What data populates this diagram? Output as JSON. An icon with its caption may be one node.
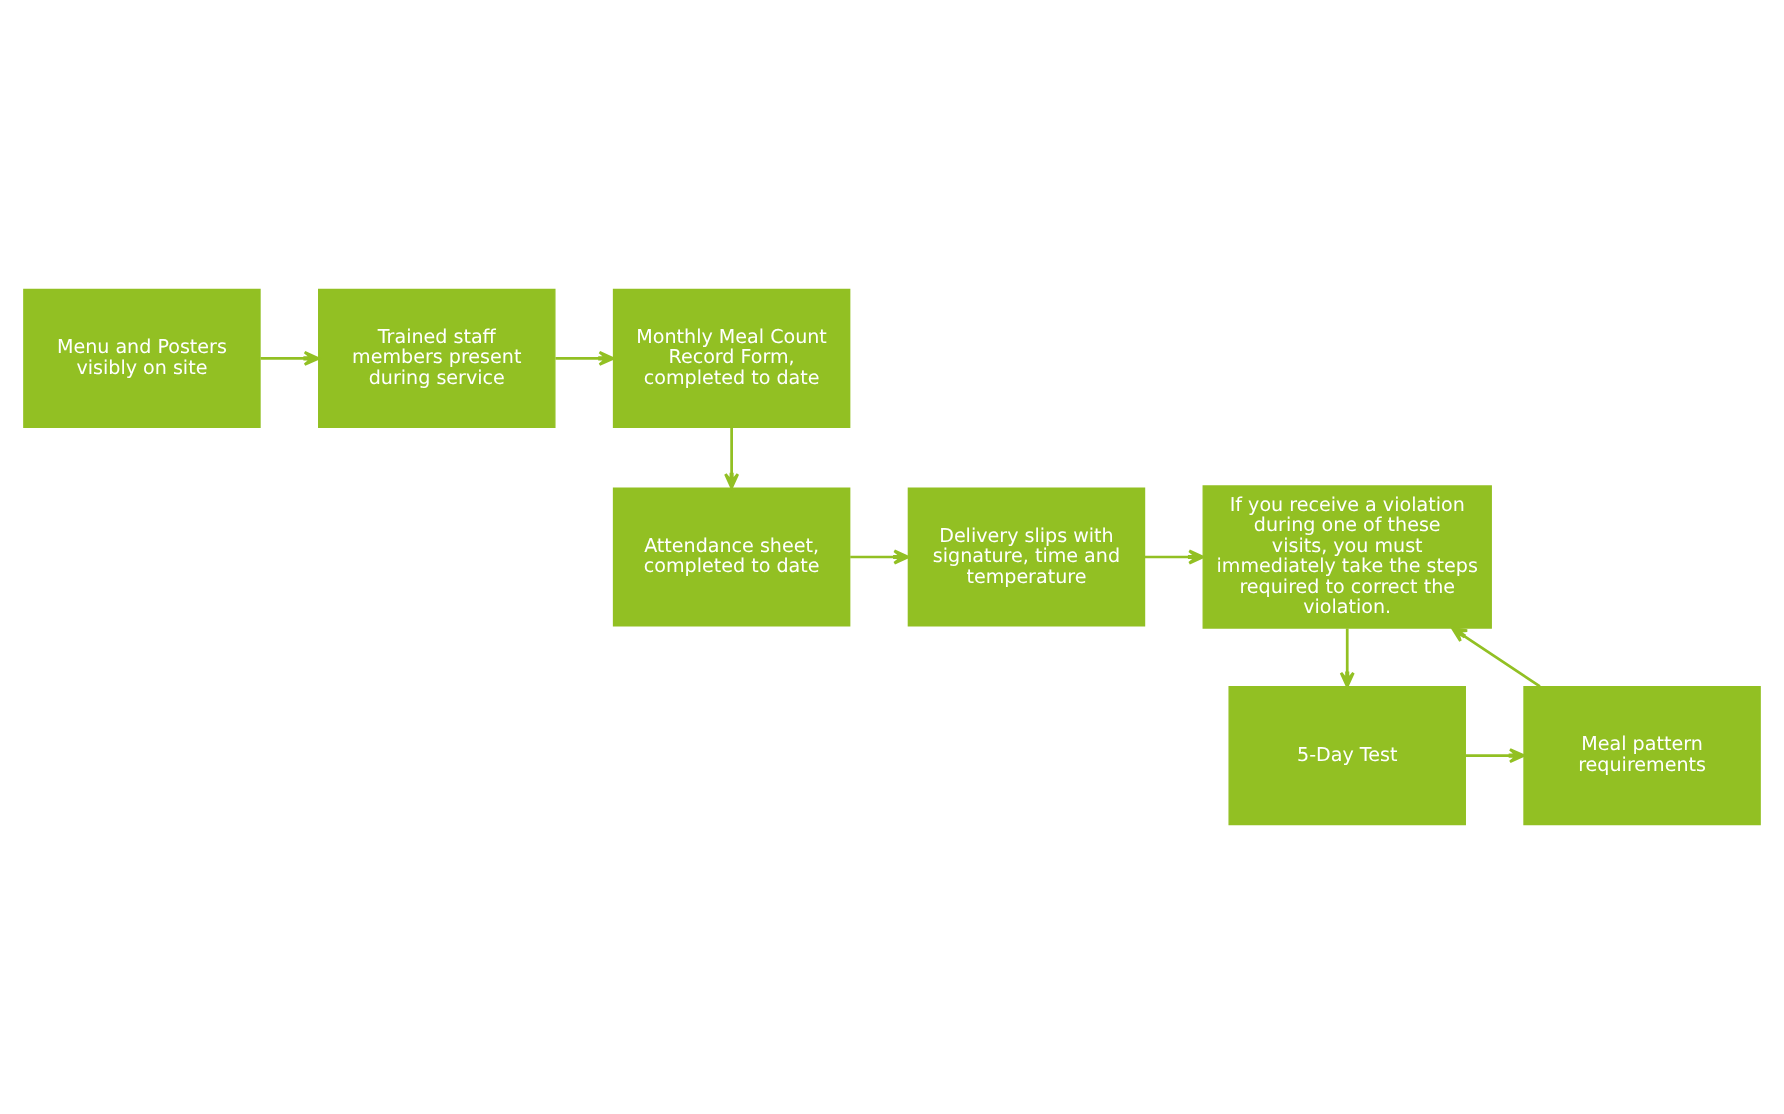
{
  "diagram": {
    "nodes": [
      {
        "text": [
          "Menu and Posters visibly on site"
        ]
      },
      {
        "text": [
          "Trained staff members present during service"
        ]
      },
      {
        "text": [
          "Monthly Meal Count Record Form, completed to date"
        ]
      },
      {
        "text": [
          "Attendance sheet, completed to date"
        ]
      },
      {
        "text": [
          "Delivery slips with signature, time and temperature"
        ]
      },
      {
        "text": [
          "If you receive a violation during one of these visits, you must immediately take the steps required to correct the violation."
        ]
      },
      {
        "text": [
          "5-Day Test"
        ]
      },
      {
        "text": [
          "Meal pattern requirements"
        ]
      }
    ],
    "edges": [
      {
        "from": 0,
        "to": 1,
        "arrow": "to"
      },
      {
        "from": 1,
        "to": 2,
        "arrow": "to"
      },
      {
        "from": 2,
        "to": 3,
        "arrow": "to"
      },
      {
        "from": 3,
        "to": 4,
        "arrow": "to"
      },
      {
        "from": 4,
        "to": 5,
        "arrow": "to"
      },
      {
        "from": 5,
        "to": 6,
        "arrow": "to"
      },
      {
        "from": 6,
        "to": 7,
        "arrow": "to"
      },
      {
        "from": 7,
        "to": 5,
        "arrow": "to"
      }
    ]
  }
}
